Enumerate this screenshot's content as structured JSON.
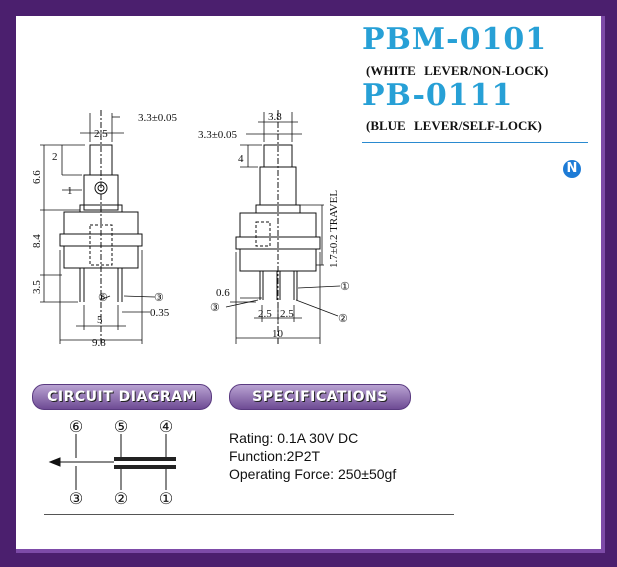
{
  "header": {
    "model_a": "PBM-0101",
    "model_a_desc": "(WHITE  LEVER/NON-LOCK)",
    "model_b": "PB-0111",
    "model_b_desc": "(BLUE  LEVER/SELF-LOCK)",
    "badge": "N"
  },
  "drawing": {
    "left_view": {
      "dim_top": "3.3±0.05",
      "dim_2_5": "2.5",
      "dim_2": "2",
      "dim_6_6": "6.6",
      "dim_1": "1",
      "dim_8_4": "8.4",
      "dim_3_5": "3.5",
      "dim_5": "5",
      "dim_0_35": "0.35",
      "dim_9_8": "9.8",
      "pin_6": "⑥",
      "pin_3": "③"
    },
    "right_view": {
      "dim_3_8": "3.8",
      "dim_top": "3.3±0.05",
      "dim_4": "4",
      "travel": "1.7±0.2 TRAVEL",
      "dim_0_6": "0.6",
      "dim_2_5a": "2.5",
      "dim_2_5b": "2.5",
      "dim_10": "10",
      "pin_1": "①",
      "pin_2": "②",
      "pin_3": "③"
    }
  },
  "sections": {
    "circuit_title": "CIRCUIT DIAGRAM",
    "spec_title": "SPECIFICATIONS"
  },
  "circuit": {
    "top_pins": [
      "⑥",
      "⑤",
      "④"
    ],
    "bottom_pins": [
      "③",
      "②",
      "①"
    ]
  },
  "specs": {
    "rating": "Rating: 0.1A 30V DC",
    "function": "Function:2P2T",
    "force": "Operating Force: 250±50gf"
  },
  "colors": {
    "frame": "#4b1f6e",
    "title": "#27a0d6",
    "pill": "#6e4b94"
  }
}
